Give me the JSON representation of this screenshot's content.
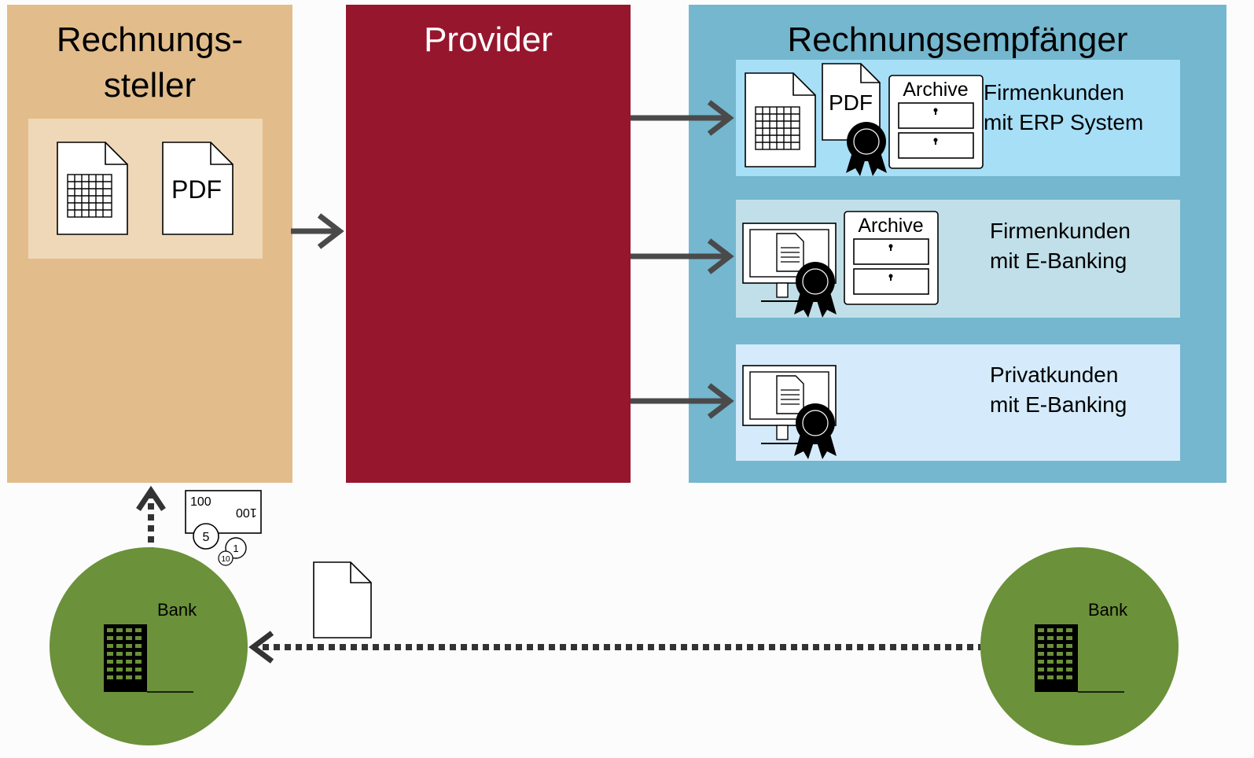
{
  "columns": {
    "sender_title": "Rechnungs-\nsteller",
    "provider_title": "Provider",
    "receiver_title": "Rechnungsempfänger"
  },
  "receivers": [
    {
      "label": "Firmenkunden\nmit ERP System"
    },
    {
      "label": "Firmenkunden\nmit E-Banking"
    },
    {
      "label": "Privatkunden\nmit E-Banking"
    }
  ],
  "icons": {
    "pdf_label": "PDF",
    "archive_label": "Archive",
    "bank_label": "Bank",
    "money_note_top": "100",
    "money_note_bottom": "100",
    "coin_large": "5",
    "coin_medium": "1",
    "coin_small": "10"
  },
  "colors": {
    "sender": "#e2bd8b",
    "provider": "#96162d",
    "receiver": "#74b7cf",
    "bank": "#6b913a",
    "arrow": "#4a4a4a"
  }
}
